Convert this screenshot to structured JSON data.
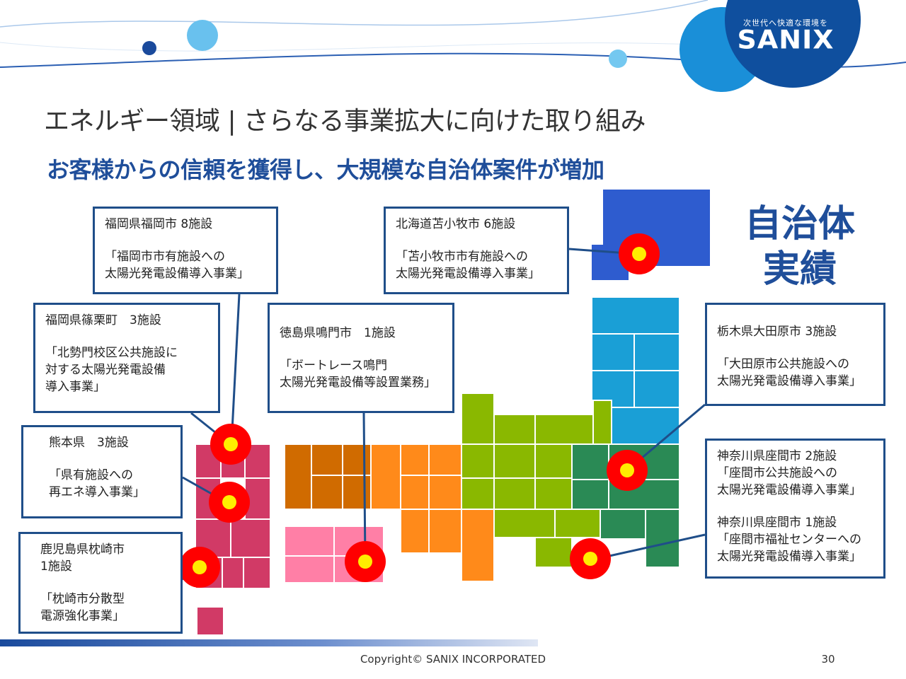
{
  "header": {
    "logo_tagline": "次世代へ快適な環境を",
    "logo_name": "SANIX",
    "title": "エネルギー領域 | さらなる事業拡大に向けた取り組み",
    "subtitle": "お客様からの信頼を獲得し、大規模な自治体案件が増加",
    "category": "自治体\n実績"
  },
  "callouts": {
    "fukuoka_city": {
      "heading": "福岡県福岡市 8施設",
      "detail": "「福岡市市有施設への\n太陽光発電設備導入事業」"
    },
    "tomakomai": {
      "heading": "北海道苫小牧市 6施設",
      "detail": "「苫小牧市市有施設への\n太陽光発電設備導入事業」"
    },
    "sasaguri": {
      "heading": "福岡県篠栗町　3施設",
      "detail": "「北勢門校区公共施設に\n対する太陽光発電設備\n導入事業」"
    },
    "naruto": {
      "heading": "徳島県鳴門市　1施設",
      "detail": "「ボートレース鳴門\n太陽光発電設備等設置業務」"
    },
    "otawara": {
      "heading": "栃木県大田原市 3施設",
      "detail": "「大田原市公共施設への\n太陽光発電設備導入事業」"
    },
    "kumamoto": {
      "heading": "熊本県　3施設",
      "detail": "「県有施設への\n再エネ導入事業」"
    },
    "zama": {
      "heading1": "神奈川県座間市 2施設",
      "detail1": "「座間市公共施設への\n太陽光発電設備導入事業」",
      "heading2": "神奈川県座間市 1施設",
      "detail2": "「座間市福祉センターへの\n太陽光発電設備導入事業」"
    },
    "makurazaki": {
      "heading": "鹿児島県枕崎市\n 1施設",
      "detail": "「枕崎市分散型\n電源強化事業」"
    }
  },
  "footer": {
    "copyright": "Copyright©  SANIX INCORPORATED",
    "page_number": "30"
  },
  "colors": {
    "accent_blue": "#1f4e9a",
    "hokkaido": "#2e5ccf",
    "tohoku": "#1a9fd6",
    "kanto": "#2a8a55",
    "chubu": "#8ab800",
    "kinki": "#ff8a1a",
    "chugoku": "#d06b00",
    "shikoku": "#ff7fa6",
    "kyushu": "#d13a66",
    "marker_red": "#ff0000",
    "marker_yellow": "#ffee00"
  }
}
